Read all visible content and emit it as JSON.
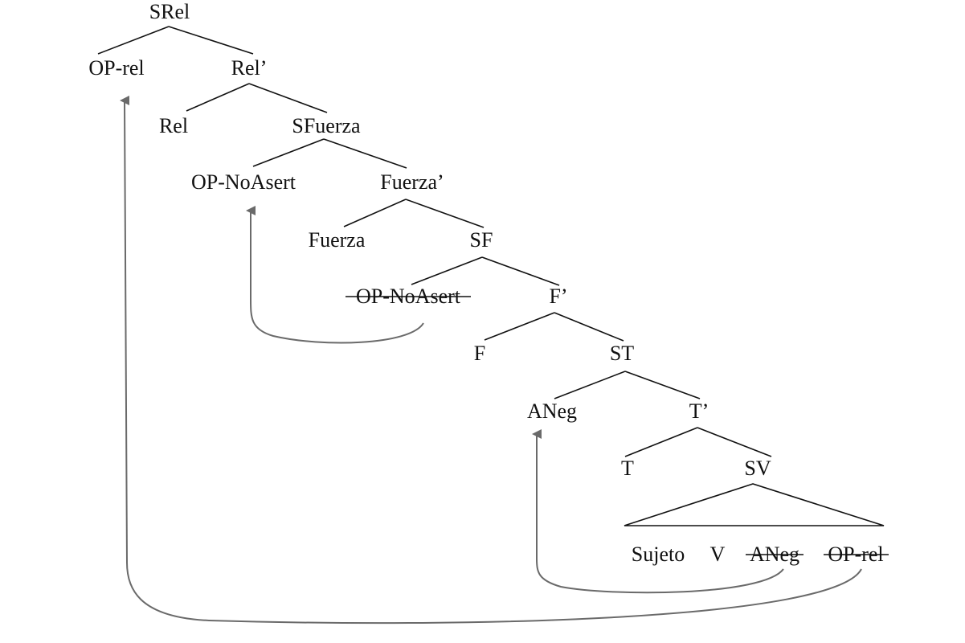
{
  "nodes": {
    "srel": "SRel",
    "op_rel": "OP-rel",
    "rel_bar": "Rel’",
    "rel": "Rel",
    "sfuerza": "SFuerza",
    "op_noasert": "OP-NoAsert",
    "fuerza_bar": "Fuerza’",
    "fuerza": "Fuerza",
    "sf": "SF",
    "op_noasert_trace": "OP-NoAsert",
    "f_bar": "F’",
    "f": "F",
    "st": "ST",
    "aneg": "ANeg",
    "t_bar": "T’",
    "t": "T",
    "sv": "SV"
  },
  "terminals": {
    "sujeto": "Sujeto",
    "v": "V",
    "aneg_trace": "ANeg",
    "op_rel_trace": "OP-rel"
  },
  "colors": {
    "text": "#111111",
    "arrow": "#6a6a6a"
  }
}
